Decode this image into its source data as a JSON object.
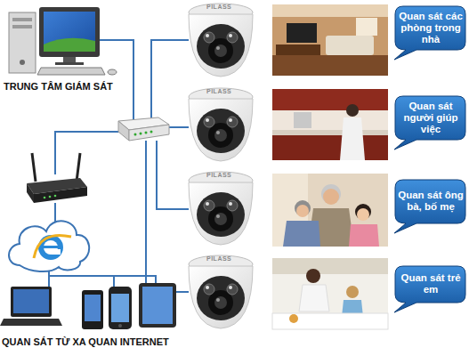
{
  "diagram": {
    "nodes": [
      {
        "text": [
          "Quan sát các phòng trong nhà"
        ]
      },
      {
        "text": [
          "Quan sát người giúp việc"
        ]
      },
      {
        "text": [
          "Quan sát ông bà, bố mẹ"
        ]
      },
      {
        "text": [
          "Quan sát trẻ em"
        ]
      }
    ],
    "labels": [
      "TRUNG TÂM GIÁM SÁT",
      "PILASS",
      "PILASS",
      "PILASS",
      "PILASS",
      "QUAN SÁT TỪ XA QUAN INTERNET"
    ]
  }
}
